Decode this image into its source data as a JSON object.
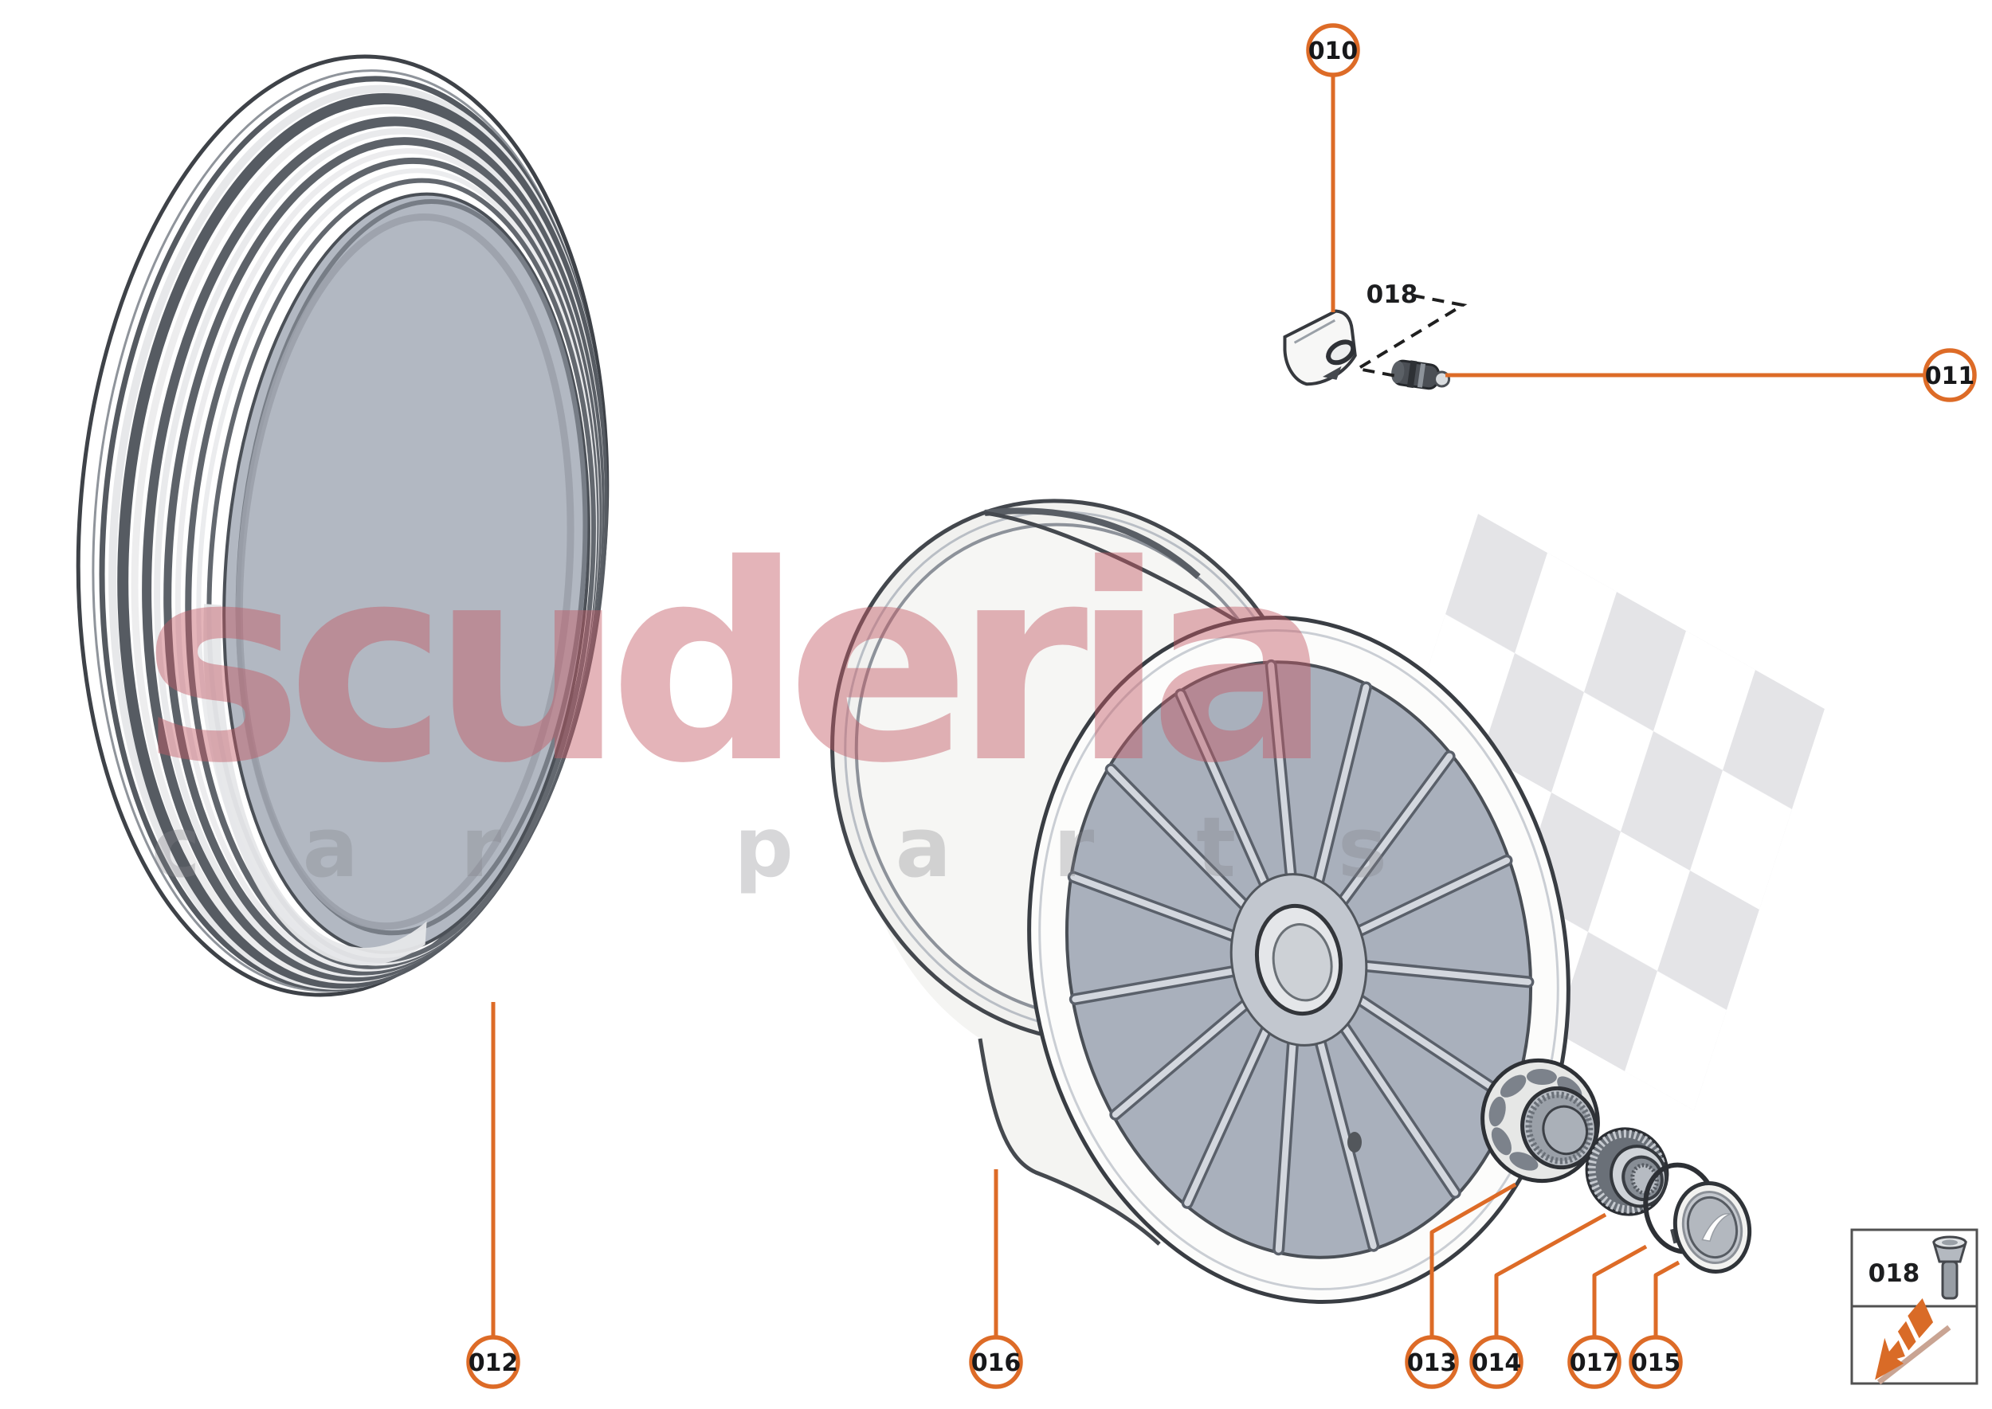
{
  "diagram": {
    "watermark": {
      "brand": "scuderia",
      "tagline": "car parts"
    },
    "floating_label": {
      "text": "018"
    },
    "callouts": [
      {
        "id": "010",
        "label": "010",
        "points_to": "tpms-sensor"
      },
      {
        "id": "011",
        "label": "011",
        "points_to": "valve-stem"
      },
      {
        "id": "012",
        "label": "012",
        "points_to": "tire"
      },
      {
        "id": "016",
        "label": "016",
        "points_to": "wheel-rim"
      },
      {
        "id": "013",
        "label": "013",
        "points_to": "centre-lock-nut"
      },
      {
        "id": "014",
        "label": "014",
        "points_to": "lock-ring"
      },
      {
        "id": "017",
        "label": "017",
        "points_to": "retaining-clip"
      },
      {
        "id": "015",
        "label": "015",
        "points_to": "centre-cap"
      }
    ],
    "legend": {
      "bolt_label": "018"
    },
    "colors": {
      "accent_orange": "#DD6B27",
      "callout_text": "#17181a",
      "dash_line": "#1f1f1f",
      "flag_gray": "#e4e4e7",
      "watermark_red": "rgba(196,88,99,0.45)",
      "watermark_gray": "rgba(130,132,138,0.32)",
      "arrow_orange": "#D96B27",
      "arrow_shadow": "#C9A493"
    }
  }
}
